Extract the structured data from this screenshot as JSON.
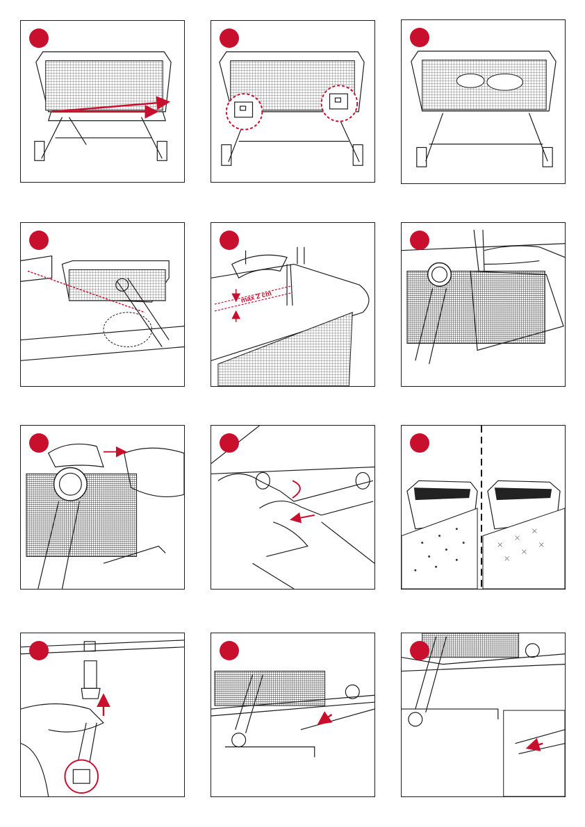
{
  "page": {
    "background": "#ffffff"
  },
  "colors": {
    "accent": "#c8102e",
    "ink": "#1a1a1a",
    "mesh": "#555555"
  },
  "panels": [
    {
      "step_marker": "red-circle",
      "illustration": "crib-tilt-arrows"
    },
    {
      "step_marker": "red-circle",
      "illustration": "crib-side-locks-highlighted"
    },
    {
      "step_marker": "red-circle",
      "illustration": "crib-with-baby"
    },
    {
      "step_marker": "red-circle",
      "illustration": "crib-next-to-bed"
    },
    {
      "step_marker": "red-circle",
      "illustration": "mattress-gap",
      "label": "max 2 cm"
    },
    {
      "step_marker": "red-circle",
      "illustration": "strap-pull"
    },
    {
      "step_marker": "red-circle",
      "illustration": "strap-tighten"
    },
    {
      "step_marker": "red-circle",
      "illustration": "leg-adjust"
    },
    {
      "step_marker": "red-circle",
      "illustration": "bed-sheet-comparison"
    },
    {
      "step_marker": "red-circle",
      "illustration": "buckle-attach"
    },
    {
      "step_marker": "red-circle",
      "illustration": "base-slide"
    },
    {
      "step_marker": "red-circle",
      "illustration": "base-detail"
    }
  ]
}
